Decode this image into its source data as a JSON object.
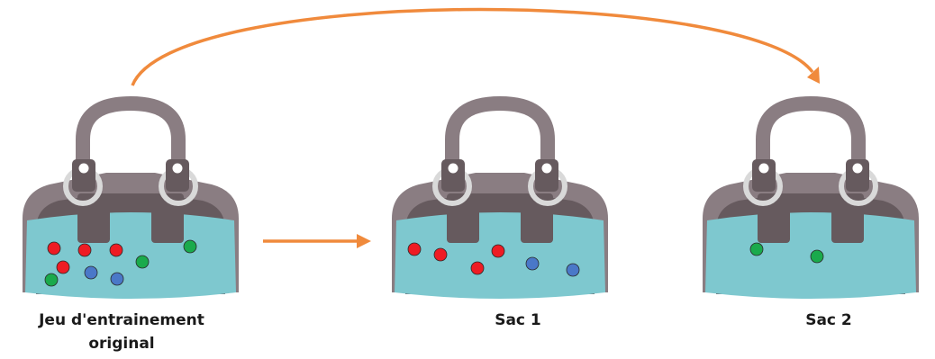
{
  "labels": {
    "original": "Jeu d'entrainement original",
    "sac1": "Sac 1",
    "sac2": "Sac 2"
  },
  "colors": {
    "bag_body": "#7ec8cf",
    "bag_frame": "#8a7d82",
    "bag_dark": "#665a5e",
    "ring": "#d9d9d9",
    "arrow": "#f08a3c",
    "ball_red": "#ee1c24",
    "ball_green": "#1aaa4c",
    "ball_blue": "#4a78c8"
  },
  "bags": [
    {
      "id": "original",
      "balls": [
        "red",
        "red",
        "red",
        "red",
        "green",
        "green",
        "green",
        "blue",
        "blue"
      ]
    },
    {
      "id": "sac1",
      "balls": [
        "red",
        "red",
        "red",
        "red",
        "blue",
        "blue"
      ]
    },
    {
      "id": "sac2",
      "balls": [
        "green",
        "green"
      ]
    }
  ]
}
